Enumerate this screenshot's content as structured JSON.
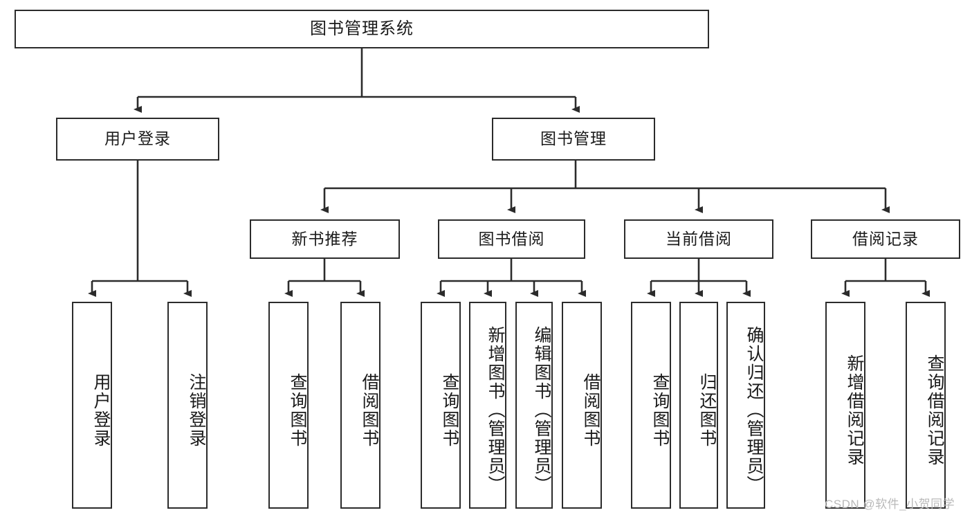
{
  "diagram": {
    "title": "图书管理系统",
    "line_color": "#2b2b2b",
    "box_border_color": "#2b2b2b",
    "box_fill": "#ffffff",
    "text_color": "#1a1a1a",
    "watermark": "CSDN @软件_小贺同学",
    "watermark_color": "#b9b9b9",
    "nodes": {
      "root": "图书管理系统",
      "level2": [
        "用户登录",
        "图书管理"
      ],
      "level3": [
        "新书推荐",
        "图书借阅",
        "当前借阅",
        "借阅记录"
      ],
      "leaves_user_login": [
        "用户登录",
        "注销登录"
      ],
      "leaves_new_book": [
        "查询图书",
        "借阅图书"
      ],
      "leaves_borrow": [
        "查询图书",
        "新增图书（管理员）",
        "编辑图书（管理员）",
        "借阅图书"
      ],
      "leaves_current": [
        "查询图书",
        "归还图书",
        "确认归还（管理员）"
      ],
      "leaves_records": [
        "新增借阅记录",
        "查询借阅记录"
      ]
    }
  }
}
